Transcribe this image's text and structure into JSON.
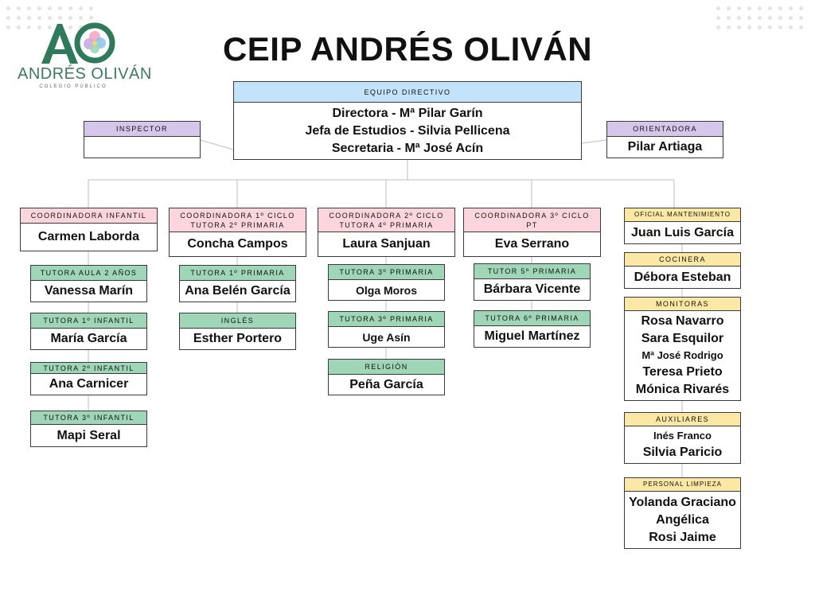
{
  "title": "CEIP ANDRÉS OLIVÁN",
  "logo": {
    "name": "ANDRÉS OLIVÁN",
    "subtitle": "COLEGIO PÚBLICO",
    "colors": {
      "green": "#2f7a5a",
      "pink": "#f4a7c4",
      "blue": "#8ec7ee",
      "yellow": "#f6d46b"
    }
  },
  "colors": {
    "equipo_header": "#c3e3fb",
    "inspector_header": "#d6c6ea",
    "coordinator_header": "#fdd5dc",
    "teacher_header": "#9fd6b7",
    "staff_header": "#fbe8a4"
  },
  "equipo_directivo": {
    "header": "EQUIPO DIRECTIVO",
    "lines": [
      "Directora - Mª Pilar Garín",
      "Jefa de Estudios - Silvia Pellicena",
      "Secretaria - Mª José Acín"
    ]
  },
  "inspector": {
    "header": "INSPECTOR",
    "name": ""
  },
  "orientadora": {
    "header": "ORIENTADORA",
    "name": "Pilar Artiaga"
  },
  "col_infantil": {
    "coordinator": {
      "header": "COORDINADORA INFANTIL",
      "name": "Carmen Laborda"
    },
    "tutors": [
      {
        "header": "TUTORA AULA 2 AÑOS",
        "name": "Vanessa Marín"
      },
      {
        "header": "TUTORA 1º INFANTIL",
        "name": "María García"
      },
      {
        "header": "TUTORA 2º INFANTIL",
        "name": "Ana Carnicer"
      },
      {
        "header": "TUTORA 3º INFANTIL",
        "name": "Mapi Seral"
      }
    ]
  },
  "col_ciclo1": {
    "coordinator": {
      "header_line1": "COORDINADORA 1º CICLO",
      "header_line2": "TUTORA 2º PRIMARIA",
      "name": "Concha Campos"
    },
    "tutors": [
      {
        "header": "TUTORA 1º PRIMARIA",
        "name": "Ana Belén García"
      },
      {
        "header": "INGLÉS",
        "name": "Esther Portero"
      }
    ]
  },
  "col_ciclo2": {
    "coordinator": {
      "header_line1": "COORDINADORA 2º CICLO",
      "header_line2": "TUTORA 4º PRIMARIA",
      "name": "Laura Sanjuan"
    },
    "tutors": [
      {
        "header": "TUTORA 3º PRIMARIA",
        "name": "Olga Moros"
      },
      {
        "header": "TUTORA 3º PRIMARIA",
        "name": "Uge Asín"
      },
      {
        "header": "RELIGIÓN",
        "name": "Peña García"
      }
    ]
  },
  "col_ciclo3": {
    "coordinator": {
      "header_line1": "COORDINADORA 3º CICLO",
      "header_line2": "PT",
      "name": "Eva Serrano"
    },
    "tutors": [
      {
        "header": "TUTOR 5º PRIMARIA",
        "name": "Bárbara Vicente"
      },
      {
        "header": "TUTORA 6º PRIMARIA",
        "name": "Miguel Martínez"
      }
    ]
  },
  "col_staff": {
    "mantenimiento": {
      "header": "OFICIAL MANTENIMIENTO",
      "name": "Juan Luis García"
    },
    "cocinera": {
      "header": "COCINERA",
      "name": "Débora Esteban"
    },
    "monitoras": {
      "header": "MONITORAS",
      "names": [
        "Rosa Navarro",
        "Sara Esquilor",
        "Mª José Rodrigo",
        "Teresa Prieto",
        "Mónica Rivarés"
      ]
    },
    "auxiliares": {
      "header": "AUXILIARES",
      "names": [
        "Inés Franco",
        "Silvia Paricio"
      ]
    },
    "limpieza": {
      "header": "PERSONAL LIMPIEZA",
      "names": [
        "Yolanda Graciano",
        "Angélica",
        "Rosi Jaime"
      ]
    }
  }
}
